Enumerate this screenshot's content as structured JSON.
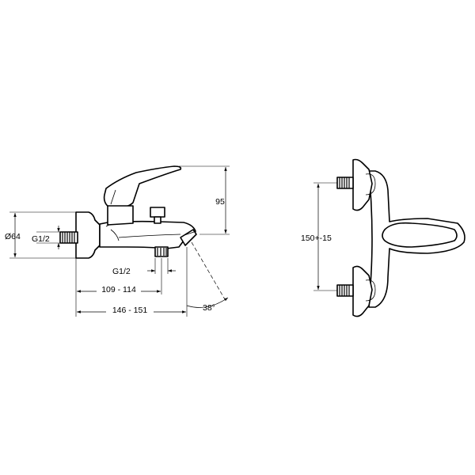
{
  "diagram": {
    "side_view": {
      "labels": {
        "height": "95",
        "diameter": "Ø64",
        "inlet_thread": "G1/2",
        "outlet_thread": "G1/2",
        "depth_short": "109 - 114",
        "depth_long": "146 - 151",
        "angle": "38°"
      }
    },
    "front_view": {
      "labels": {
        "centers": "150+-15"
      }
    }
  }
}
